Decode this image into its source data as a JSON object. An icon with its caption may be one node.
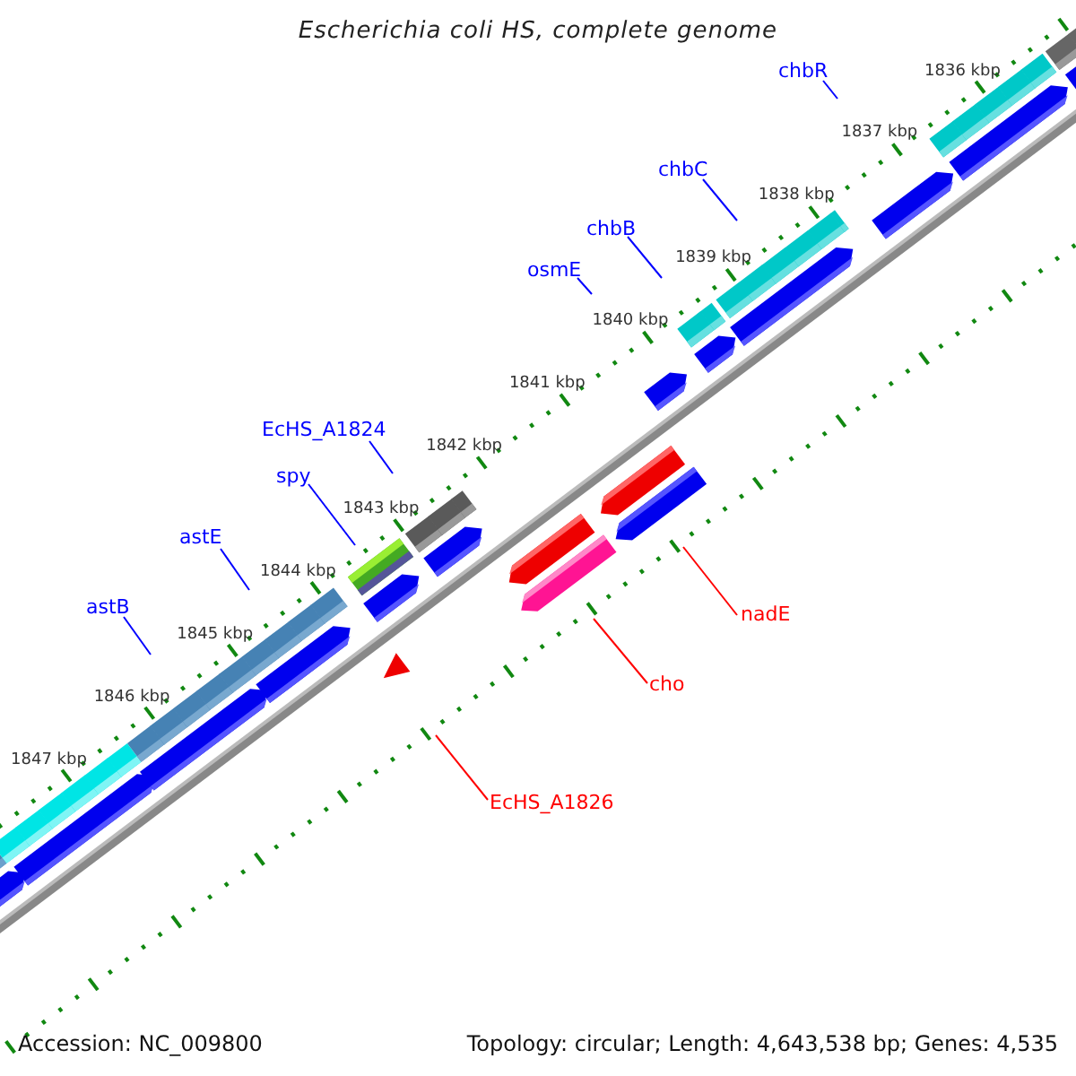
{
  "diagram": {
    "title": "Escherichia coli HS, complete genome",
    "nodes": [
      {
        "text": [
          "chbR"
        ]
      },
      {
        "text": [
          "chbC"
        ]
      },
      {
        "text": [
          "chbB"
        ]
      },
      {
        "text": [
          "osmE"
        ]
      },
      {
        "text": [
          "EcHS_A1824"
        ]
      },
      {
        "text": [
          "spy"
        ]
      },
      {
        "text": [
          "astE"
        ]
      },
      {
        "text": [
          "astB"
        ]
      },
      {
        "text": [
          "nadE"
        ]
      },
      {
        "text": [
          "cho"
        ]
      },
      {
        "text": [
          "EcHS_A1826"
        ]
      }
    ],
    "edges": [
      {
        "from": 0,
        "to": null,
        "arrow": "none"
      },
      {
        "from": 1,
        "to": null,
        "arrow": "none"
      },
      {
        "from": 2,
        "to": null,
        "arrow": "none"
      },
      {
        "from": 3,
        "to": null,
        "arrow": "none"
      },
      {
        "from": 4,
        "to": null,
        "arrow": "none"
      },
      {
        "from": 5,
        "to": null,
        "arrow": "none"
      },
      {
        "from": 6,
        "to": null,
        "arrow": "none"
      },
      {
        "from": 7,
        "to": null,
        "arrow": "none"
      },
      {
        "from": 8,
        "to": null,
        "arrow": "none",
        "color": "#ff0000"
      },
      {
        "from": 9,
        "to": null,
        "arrow": "none",
        "color": "#ff0000"
      },
      {
        "from": 10,
        "to": null,
        "arrow": "none",
        "color": "#ff0000"
      }
    ],
    "labels": [
      "1836 kbp",
      "1837 kbp",
      "1838 kbp",
      "1839 kbp",
      "1840 kbp",
      "1841 kbp",
      "1842 kbp",
      "1843 kbp",
      "1844 kbp",
      "1845 kbp",
      "1846 kbp",
      "1847 kbp",
      "Accession: NC_009800",
      "Topology: circular; Length: 4,643,538 bp; Genes: 4,535"
    ]
  }
}
